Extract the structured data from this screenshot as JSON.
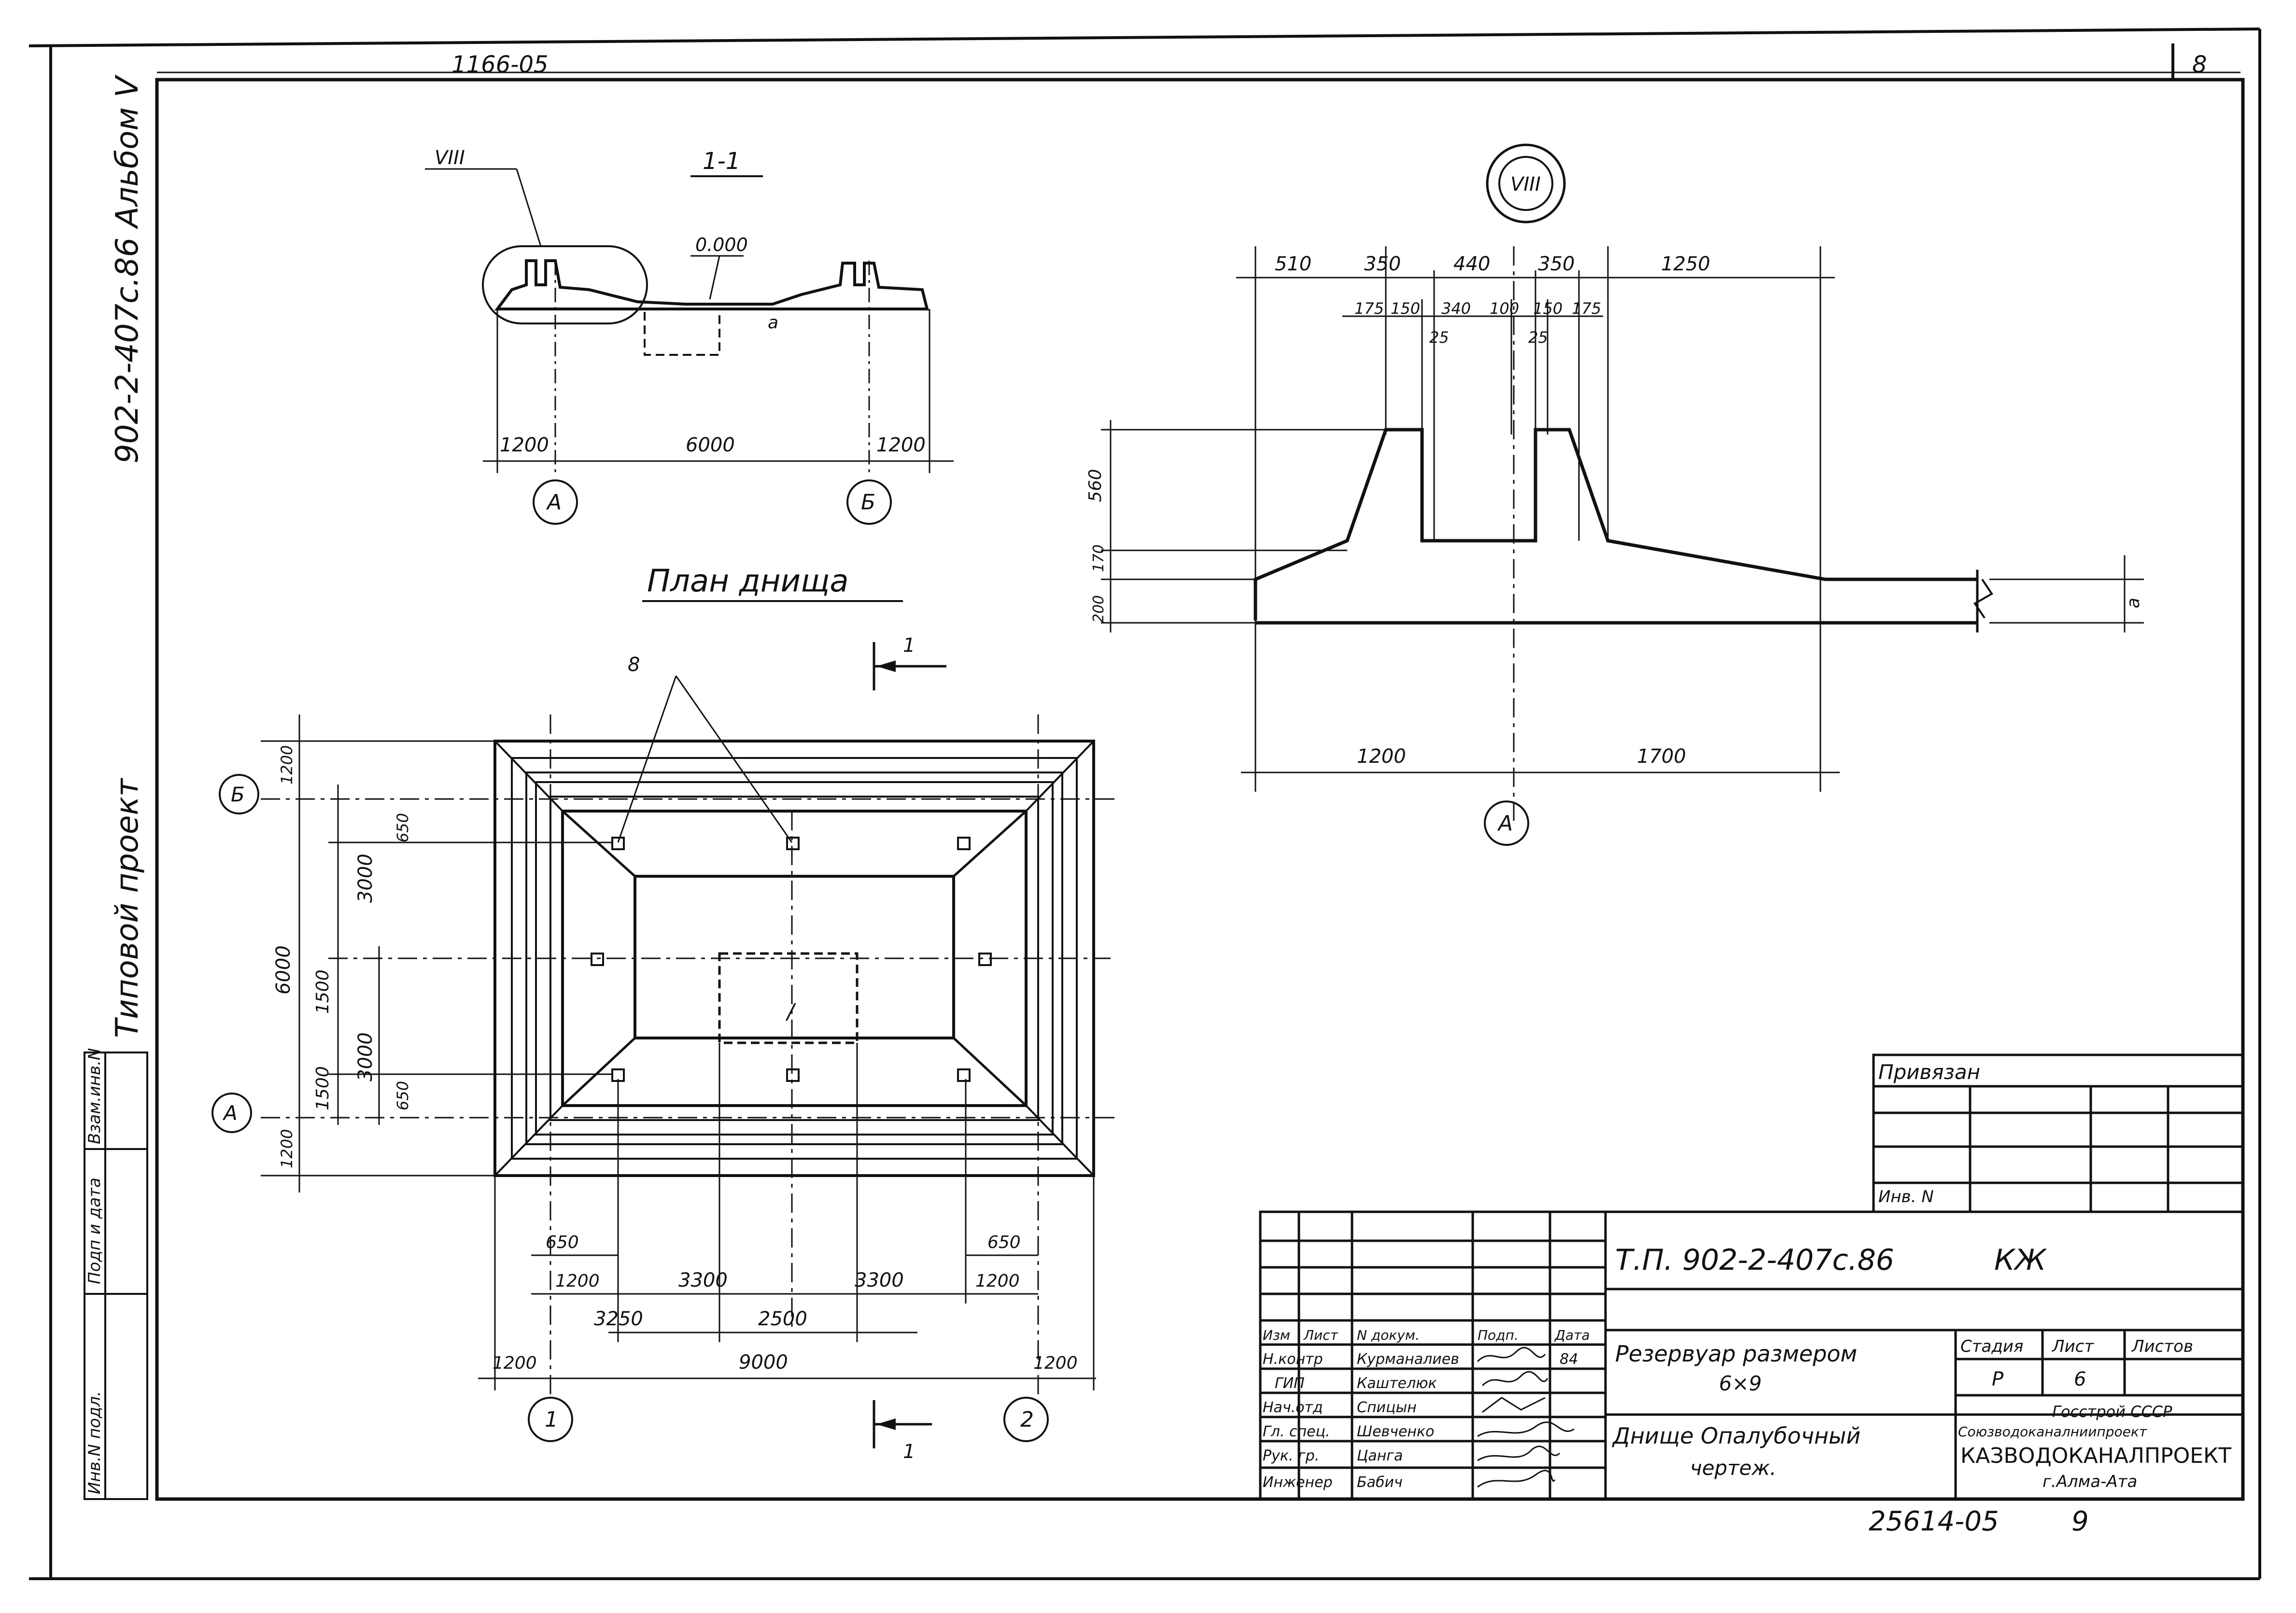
{
  "sheet": {
    "doc_code_top": "1166-05",
    "sheet_number_top": "8",
    "side_label_album": "902-2-407с.86  Альбом  V",
    "side_label_project": "Типовой проект",
    "margin_columns": [
      "Инв.N подл.",
      "Подп и дата",
      "Взам.инв.N"
    ]
  },
  "section_1_1": {
    "title": "1-1",
    "callout": "VIII",
    "level_mark": "0.000",
    "dim_a": "a",
    "dims": [
      "1200",
      "6000",
      "1200"
    ],
    "axes": [
      "А",
      "Б"
    ]
  },
  "detail_viii": {
    "title": "VIII",
    "top_dims": [
      "510",
      "350",
      "440",
      "350",
      "1250"
    ],
    "sub_dims": [
      "175",
      "150",
      "340",
      "100",
      "150",
      "175"
    ],
    "small_dims": [
      "25",
      "25"
    ],
    "vertical_dims": [
      "560",
      "170",
      "200"
    ],
    "dim_a": "a",
    "bottom_dims": [
      "1200",
      "1700"
    ],
    "axis": "А"
  },
  "plan": {
    "title": "План днища",
    "section_arrow": "1",
    "callout_8": "8",
    "hatch_label": "/",
    "left_dims": [
      "1200",
      "650",
      "3000",
      "6000",
      "1500",
      "1500",
      "3000",
      "650",
      "1200"
    ],
    "bottom_dims_row1": [
      "650",
      "650"
    ],
    "bottom_dims_row2": [
      "1200",
      "3300",
      "3300",
      "1200"
    ],
    "bottom_dims_row3": [
      "3250",
      "2500"
    ],
    "bottom_dims_row4": [
      "1200",
      "9000",
      "1200"
    ],
    "axes_rows": [
      "Б",
      "А"
    ],
    "axes_cols": [
      "1",
      "2"
    ]
  },
  "privyazan": {
    "title": "Привязан",
    "inv_label": "Инв. N"
  },
  "title_block": {
    "project_code": "Т.П. 902-2-407с.86",
    "mark": "КЖ",
    "header_cols": [
      "Изм",
      "Лист",
      "N докум.",
      "Подп.",
      "Дата"
    ],
    "rows": [
      {
        "role": "Н.контр",
        "name": "Курманалиев",
        "sign": "",
        "date": "84"
      },
      {
        "role": "ГИП",
        "name": "Каштелюк",
        "sign": "",
        "date": ""
      },
      {
        "role": "Нач.отд",
        "name": "Спицын",
        "sign": "",
        "date": ""
      },
      {
        "role": "Гл. спец.",
        "name": "Шевченко",
        "sign": "",
        "date": ""
      },
      {
        "role": "Рук. гр.",
        "name": "Цанга",
        "sign": "",
        "date": ""
      },
      {
        "role": "Инженер",
        "name": "Бабич",
        "sign": "",
        "date": ""
      }
    ],
    "object_title_line1": "Резервуар размером",
    "object_title_line2": "6×9",
    "sheet_title_line1": "Днище Опалубочный",
    "sheet_title_line2": "чертеж.",
    "stage_header": "Стадия",
    "sheet_header": "Лист",
    "sheets_header": "Листов",
    "stage": "Р",
    "sheet_no": "6",
    "org_line1": "Госстрой СССР",
    "org_line2": "Союзводоканалниипроект",
    "org_line3": "КАЗВОДОКАНАЛПРОЕКТ",
    "org_line4": "г.Алма-Ата"
  },
  "footer": {
    "archive_no": "25614-05",
    "page": "9"
  }
}
